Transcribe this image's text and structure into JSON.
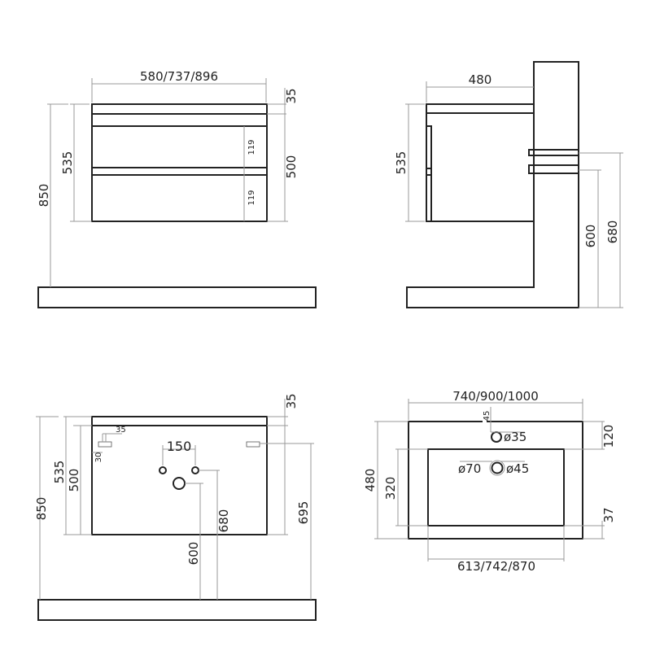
{
  "front_view": {
    "width": "580/737/896",
    "top_thickness": "35",
    "body_height": "500",
    "total_height": "535",
    "floor_height": "850",
    "drawer_1": "119",
    "drawer_2": "119"
  },
  "side_view": {
    "depth": "480",
    "height": "535",
    "bracket_low": "600",
    "bracket_high": "680"
  },
  "back_view": {
    "top_thickness": "35",
    "total_height": "850",
    "cabinet_height": "535",
    "body_height": "500",
    "bracket_offset_x": "35",
    "bracket_offset_y": "30",
    "pipe_spacing": "150",
    "pipe_height": "680",
    "drain_height": "600",
    "bracket_height": "695"
  },
  "top_view": {
    "outer_width": "740/900/1000",
    "inner_width": "613/742/870",
    "depth": "480",
    "bowl_depth": "320",
    "back_margin": "120",
    "front_margin": "37",
    "tap_offset": "45",
    "tap_hole": "ø35",
    "drain_outer": "ø70",
    "drain_inner": "ø45"
  },
  "colors": {
    "line": "#222222",
    "dimension": "#999999"
  }
}
